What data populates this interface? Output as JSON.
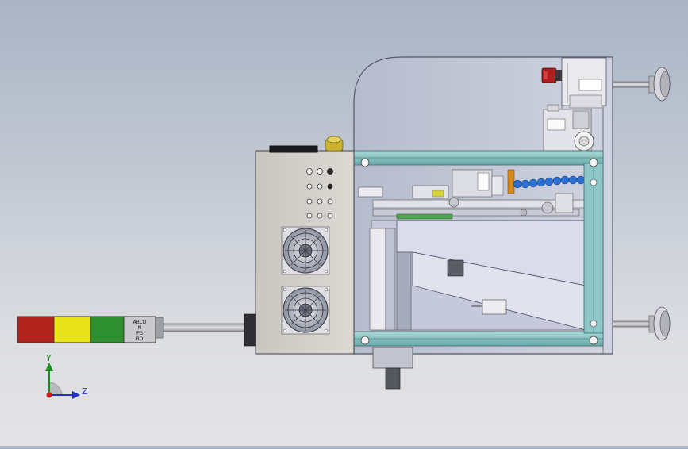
{
  "viewport": {
    "background_top": "#a9b4c5",
    "background_bottom": "#e4e4e7"
  },
  "machine": {
    "signal_tower": {
      "segment_colors": [
        "#b3241f",
        "#e8e21b",
        "#2e8f2e"
      ],
      "label_lines": [
        "ABCD",
        "N",
        "FG",
        "BD"
      ]
    },
    "panel_color": "#d2cfca",
    "frame_color": "#87c3c3",
    "cabinet_color": "#c3c8d8"
  },
  "triad": {
    "y_label": "Y",
    "z_label": "Z",
    "y_color": "#1c8a1c",
    "z_color": "#2030c0",
    "origin_color": "#cc1b1b"
  }
}
